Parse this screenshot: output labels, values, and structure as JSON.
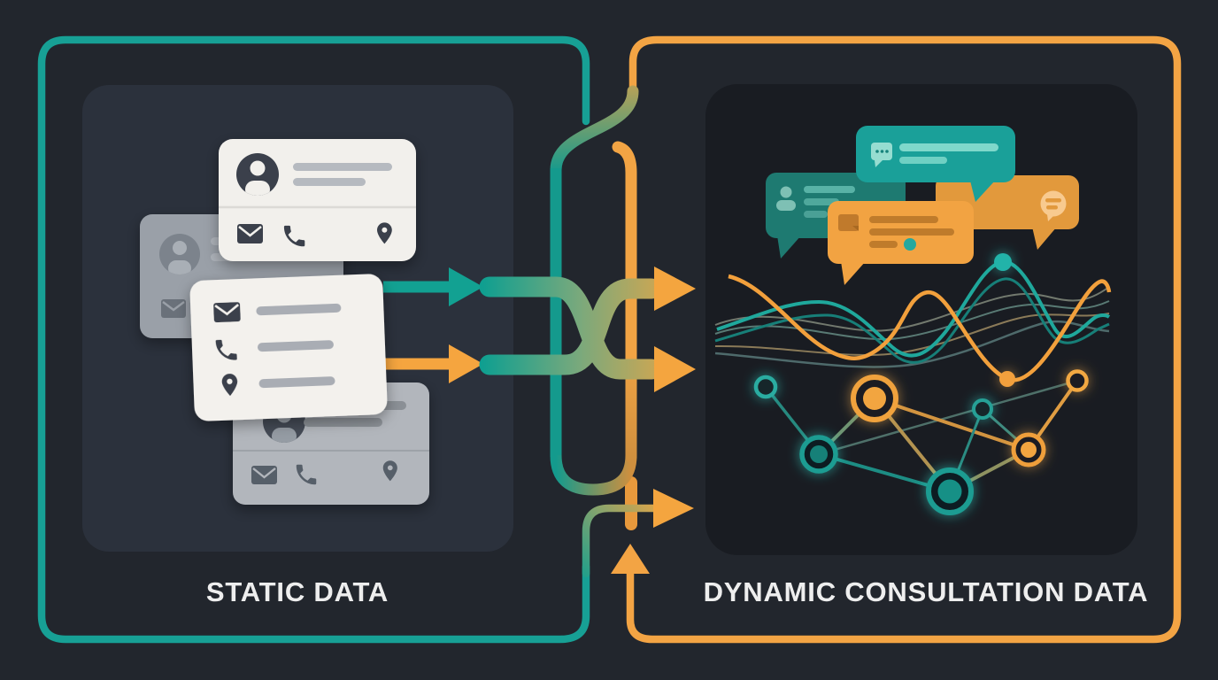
{
  "diagram": {
    "background_color": "#22262d",
    "left_section": {
      "title": "STATIC DATA",
      "border_color": "#17a095",
      "panel_color": "#2b313c",
      "cards": [
        {
          "kind": "contact-card",
          "style": "gray",
          "icons": [
            "avatar",
            "mail"
          ]
        },
        {
          "kind": "contact-card",
          "style": "gray",
          "icons": [
            "avatar",
            "text-lines",
            "mail",
            "phone",
            "location"
          ]
        },
        {
          "kind": "contact-card",
          "style": "white",
          "icons": [
            "avatar",
            "text-lines",
            "mail",
            "phone",
            "location"
          ]
        },
        {
          "kind": "contact-card",
          "style": "white",
          "icons": [
            "mail",
            "phone",
            "location",
            "text-lines"
          ]
        }
      ]
    },
    "right_section": {
      "title": "DYNAMIC CONSULTATION DATA",
      "border_color": "#f3a444",
      "panel_color": "#191c22",
      "chat_bubbles": [
        {
          "color": "dark-teal",
          "icon": "person-icon",
          "lines": 3
        },
        {
          "color": "teal",
          "icon": "typing-dots-icon",
          "lines": 2
        },
        {
          "color": "dark-orange",
          "icon": "speech-circle-icon",
          "lines": 0
        },
        {
          "color": "orange",
          "icon": "document-icon",
          "lines": 3,
          "dot_color": "#26a89e"
        }
      ],
      "waves": {
        "orange_wave_color": "#f2a03c",
        "teal_wave_color": "#1fa89c",
        "thin_line_colors": [
          "#7c8477",
          "#597a74",
          "#8a7a58",
          "#4e6a6b"
        ],
        "peak_dot_color": "#23b3a9",
        "trough_dot_color": "#f2a03c"
      },
      "network": {
        "teal_node_color": "#1e9c92",
        "orange_node_color": "#f0a23d",
        "node_count": 7,
        "edge_count": 10
      }
    },
    "flow": {
      "teal_color": "#12a192",
      "orange_color": "#f5a53f",
      "arrows": [
        "thin-teal-right",
        "thin-orange-right",
        "tube-swap-upper",
        "tube-swap-lower",
        "border-tail-right",
        "border-up"
      ]
    }
  }
}
